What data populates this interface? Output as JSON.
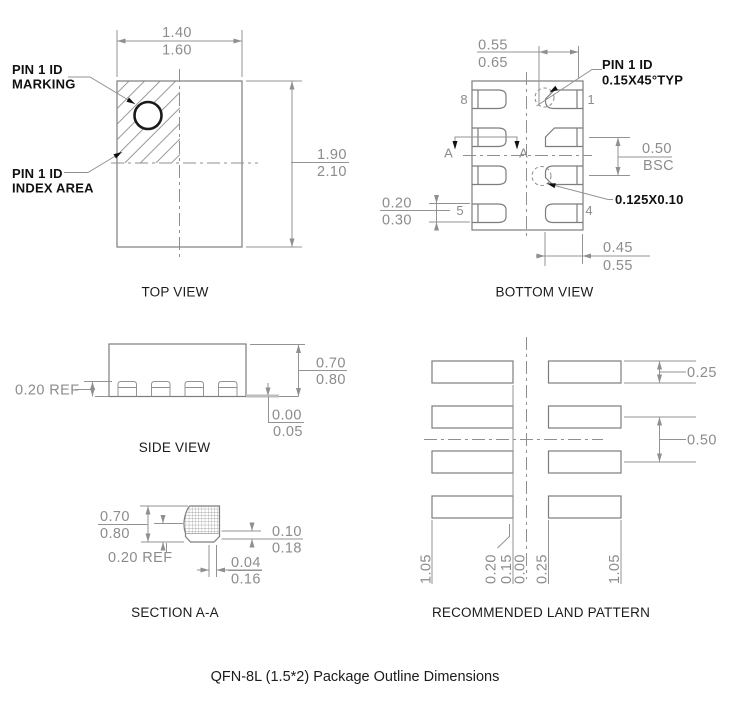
{
  "colors": {
    "line": "#7d7d7d",
    "dim_text": "#8c8c8c",
    "black": "#111111",
    "background": "#ffffff"
  },
  "top_view": {
    "title": "TOP VIEW",
    "dim_width": {
      "a": "1.40",
      "b": "1.60"
    },
    "dim_height": {
      "a": "1.90",
      "b": "2.10"
    },
    "marking_label_1": "PIN 1 ID",
    "marking_label_2": "MARKING",
    "index_label_1": "PIN 1 ID",
    "index_label_2": "INDEX AREA"
  },
  "bottom_view": {
    "title": "BOTTOM VIEW",
    "dim_pin1_pad": {
      "a": "0.55",
      "b": "0.65"
    },
    "pin1_label_1": "PIN 1 ID",
    "pin1_label_2": "0.15X45°TYP",
    "dim_pitch": {
      "a": "0.50",
      "b": "BSC"
    },
    "dim_pad_width": {
      "a": "0.20",
      "b": "0.30"
    },
    "corner_feature_label": "0.125X0.10",
    "dim_pad_length": {
      "a": "0.45",
      "b": "0.55"
    },
    "pins": {
      "p8": "8",
      "p1": "1",
      "p5": "5",
      "p4": "4"
    },
    "section_marker": "A"
  },
  "side_view": {
    "title": "SIDE VIEW",
    "lead_ref": "0.20 REF",
    "dim_body_height": {
      "a": "0.70",
      "b": "0.80"
    },
    "dim_standoff": {
      "a": "0.00",
      "b": "0.05"
    }
  },
  "section_aa": {
    "title": "SECTION A-A",
    "dim_height": {
      "a": "0.70",
      "b": "0.80"
    },
    "lead_ref": "0.20 REF",
    "dim_lead_thickness": {
      "a": "0.10",
      "b": "0.18"
    },
    "dim_lead_tip": {
      "a": "0.04",
      "b": "0.16"
    }
  },
  "land_pattern": {
    "title": "RECOMMENDED LAND PATTERN",
    "dim_pad_height": "0.25",
    "dim_pitch": "0.50",
    "bottom_dims": [
      "1.05",
      "0.20",
      "0.15",
      "0.00",
      "0.25",
      "1.05"
    ]
  },
  "caption": "QFN-8L (1.5*2) Package Outline Dimensions"
}
